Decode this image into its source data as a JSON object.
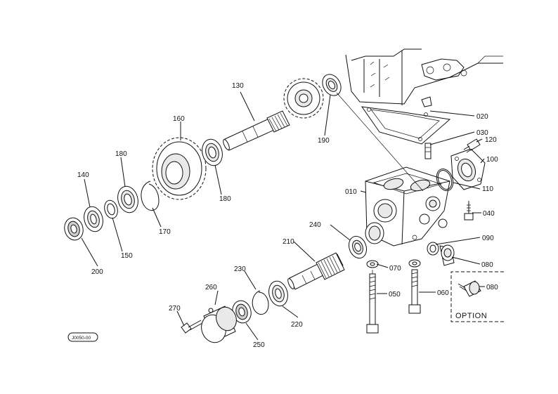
{
  "diagram": {
    "parts": {
      "p010": "010",
      "p020": "020",
      "p030": "030",
      "p040": "040",
      "p050": "050",
      "p060": "060",
      "p070": "070",
      "p080a": "080",
      "p080b": "080",
      "p090": "090",
      "p100": "100",
      "p110": "110",
      "p120": "120",
      "p130": "130",
      "p140": "140",
      "p150": "150",
      "p160": "160",
      "p170": "170",
      "p180a": "180",
      "p180b": "180",
      "p190": "190",
      "p200": "200",
      "p210": "210",
      "p220": "220",
      "p230": "230",
      "p240": "240",
      "p250": "250",
      "p260": "260",
      "p270": "270"
    },
    "option_label": "OPTION",
    "drawing_code": "J0050-00"
  }
}
